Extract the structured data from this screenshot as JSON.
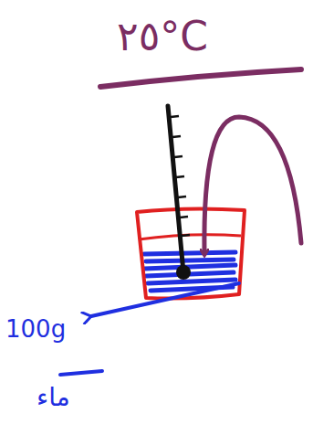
{
  "diagram": {
    "title": "٢٥°C",
    "labels": [
      "100g",
      "ماء"
    ]
  }
}
